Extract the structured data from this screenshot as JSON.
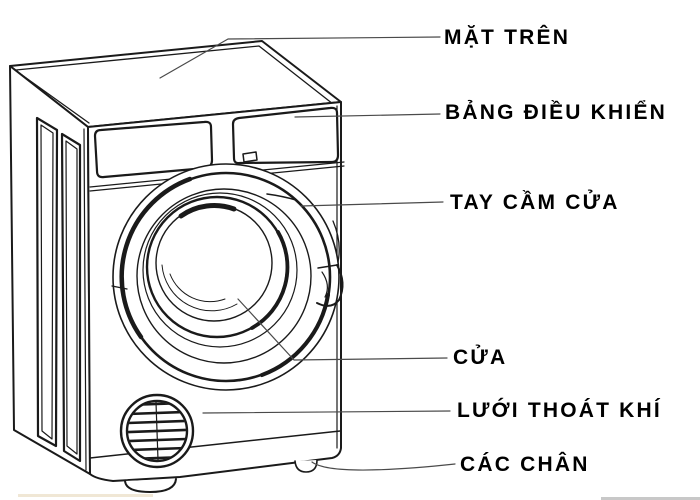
{
  "diagram": {
    "type": "washing-machine-parts-diagram",
    "labels": [
      {
        "id": "top-surface",
        "text": "MẶT TRÊN"
      },
      {
        "id": "control-panel",
        "text": "BẢNG ĐIỀU KHIỂN"
      },
      {
        "id": "door-handle",
        "text": "TAY CẦM CỬA"
      },
      {
        "id": "door",
        "text": "CỬA"
      },
      {
        "id": "air-vent-grille",
        "text": "LƯỚI THOÁT KHÍ"
      },
      {
        "id": "feet",
        "text": "CÁC CHÂN"
      }
    ],
    "colors": {
      "background": "#ffffff",
      "line": "#1a1a1a",
      "leader": "#4a4a4a",
      "text": "#000000"
    }
  }
}
